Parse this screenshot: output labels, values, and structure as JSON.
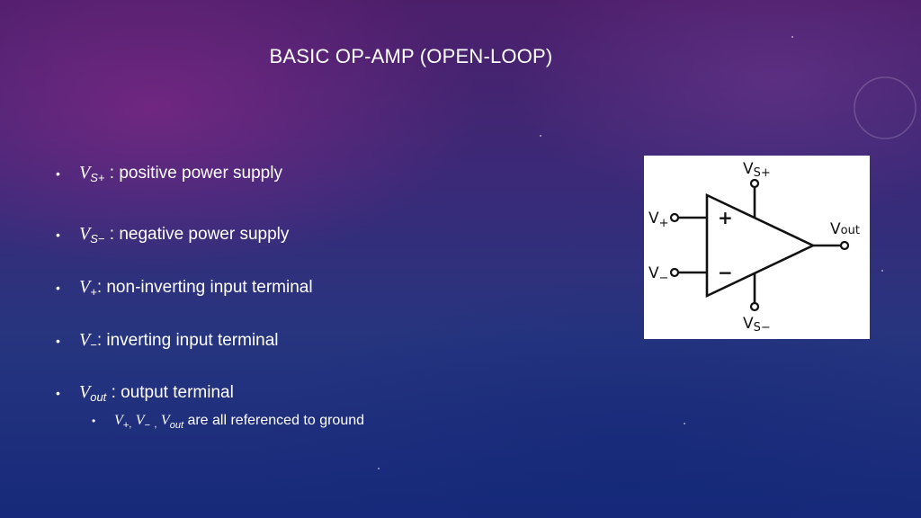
{
  "slide": {
    "title": "BASIC OP-AMP (OPEN-LOOP)",
    "bullets": [
      {
        "sym": "V",
        "sub": "S+",
        "text": " : positive power supply"
      },
      {
        "sym": "V",
        "sub": "S−",
        "text": " : negative power supply"
      },
      {
        "sym": "V",
        "sub": "+",
        "text": ": non-inverting input terminal"
      },
      {
        "sym": "V",
        "sub": "−",
        "text": ": inverting input terminal"
      },
      {
        "sym": "V",
        "sub": "out",
        "text": " : output terminal"
      }
    ],
    "sub_bullet": {
      "v1": "V",
      "v1_sub": "+",
      "sep1": ",",
      "v2": "V",
      "v2_sub": "−",
      "sep2": ",",
      "v3": "V",
      "v3_sub": "out",
      "text": " are all referenced to ground"
    },
    "bullet_glyph": "•"
  },
  "diagram": {
    "vs_plus": {
      "main": "V",
      "sub": "S+"
    },
    "vs_minus": {
      "main": "V",
      "sub": "S−"
    },
    "v_plus": {
      "main": "V",
      "sub": "+"
    },
    "v_minus": {
      "main": "V",
      "sub": "−"
    },
    "v_out": {
      "main": "V",
      "sub": "out"
    },
    "plus_sign": "+",
    "minus_sign": "−"
  }
}
